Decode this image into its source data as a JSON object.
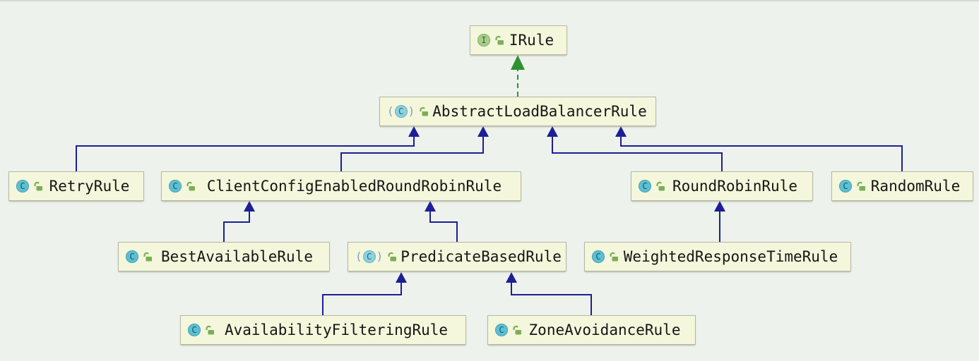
{
  "diagram": {
    "nodes": [
      {
        "label": "IRule",
        "icon_letter": "I",
        "kind": "interface",
        "visibility": "public"
      },
      {
        "label": "AbstractLoadBalancerRule",
        "icon_letter": "C",
        "kind": "abstract-class",
        "visibility": "public"
      },
      {
        "label": "RetryRule",
        "icon_letter": "C",
        "kind": "class",
        "visibility": "public"
      },
      {
        "label": "ClientConfigEnabledRoundRobinRule",
        "icon_letter": "C",
        "kind": "class",
        "visibility": "public"
      },
      {
        "label": "RoundRobinRule",
        "icon_letter": "C",
        "kind": "class",
        "visibility": "public"
      },
      {
        "label": "RandomRule",
        "icon_letter": "C",
        "kind": "class",
        "visibility": "public"
      },
      {
        "label": "BestAvailableRule",
        "icon_letter": "C",
        "kind": "class",
        "visibility": "public"
      },
      {
        "label": "PredicateBasedRule",
        "icon_letter": "C",
        "kind": "abstract-class",
        "visibility": "public"
      },
      {
        "label": "WeightedResponseTimeRule",
        "icon_letter": "C",
        "kind": "class",
        "visibility": "public"
      },
      {
        "label": "AvailabilityFilteringRule",
        "icon_letter": "C",
        "kind": "class",
        "visibility": "public"
      },
      {
        "label": "ZoneAvoidanceRule",
        "icon_letter": "C",
        "kind": "class",
        "visibility": "public"
      }
    ],
    "abstract_paren_open": "(",
    "abstract_paren_close": ")",
    "edges": [
      {
        "from": "AbstractLoadBalancerRule",
        "to": "IRule",
        "type": "implements"
      },
      {
        "from": "RetryRule",
        "to": "AbstractLoadBalancerRule",
        "type": "extends"
      },
      {
        "from": "ClientConfigEnabledRoundRobinRule",
        "to": "AbstractLoadBalancerRule",
        "type": "extends"
      },
      {
        "from": "RoundRobinRule",
        "to": "AbstractLoadBalancerRule",
        "type": "extends"
      },
      {
        "from": "RandomRule",
        "to": "AbstractLoadBalancerRule",
        "type": "extends"
      },
      {
        "from": "BestAvailableRule",
        "to": "ClientConfigEnabledRoundRobinRule",
        "type": "extends"
      },
      {
        "from": "PredicateBasedRule",
        "to": "ClientConfigEnabledRoundRobinRule",
        "type": "extends"
      },
      {
        "from": "WeightedResponseTimeRule",
        "to": "RoundRobinRule",
        "type": "extends"
      },
      {
        "from": "AvailabilityFilteringRule",
        "to": "PredicateBasedRule",
        "type": "extends"
      },
      {
        "from": "ZoneAvoidanceRule",
        "to": "PredicateBasedRule",
        "type": "extends"
      }
    ],
    "colors": {
      "extends_edge": "#1e1e96",
      "implements_edge": "#2f9132",
      "node_fill": "#f4f7db",
      "node_border": "#b6b6a4",
      "class_icon": "#5fbfd2",
      "interface_icon": "#a9cd8e",
      "lock_icon": "#7cae57",
      "background": "#edf2ec"
    }
  }
}
